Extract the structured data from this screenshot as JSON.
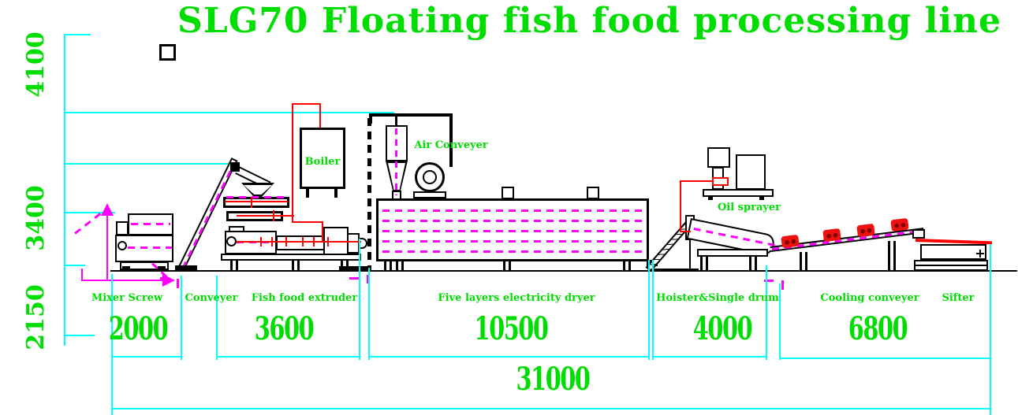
{
  "title": "SLG70 Floating fish food processing line",
  "colors": {
    "accent_green": "#00dd00",
    "dimension_cyan": "#00ffff",
    "flow_magenta": "#ff00ff",
    "pipe_red": "#ff0000",
    "line_black": "#000000"
  },
  "vertical_dimensions": [
    {
      "name": "upper",
      "value": "4100"
    },
    {
      "name": "middle",
      "value": "3400"
    },
    {
      "name": "lower",
      "value": "2150"
    }
  ],
  "horizontal_dimensions": [
    {
      "name": "mixer-section",
      "value": "2000"
    },
    {
      "name": "extruder-section",
      "value": "3600"
    },
    {
      "name": "dryer-section",
      "value": "10500"
    },
    {
      "name": "hoister-drum-section",
      "value": "4000"
    },
    {
      "name": "cooling-sifter-section",
      "value": "6800"
    }
  ],
  "total_dimension": "31000",
  "machine_labels": [
    {
      "label": "Mixer Screw"
    },
    {
      "label": "Conveyer"
    },
    {
      "label": "Fish food extruder"
    },
    {
      "label": "Five layers electricity dryer"
    },
    {
      "label": "Hoister&Single drum"
    },
    {
      "label": "Cooling conveyer"
    },
    {
      "label": "Sifter"
    }
  ],
  "annotations": {
    "boiler": "Boiler",
    "air_conveyor": "Air Conveyer",
    "oil_sprayer": "Oil sprayer"
  }
}
